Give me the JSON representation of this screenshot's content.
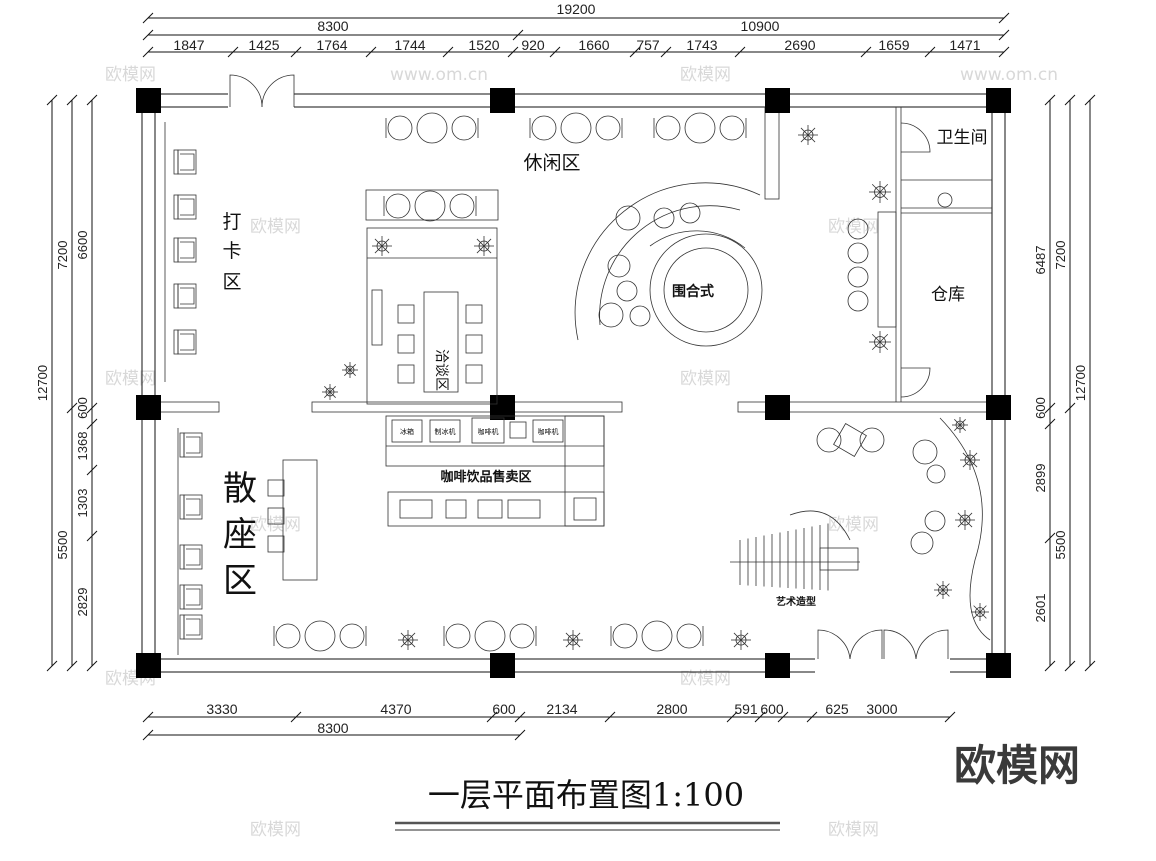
{
  "title": "一层平面布置图1:100",
  "brand_watermark": "欧模网",
  "watermarks": [
    "欧模网",
    "www.om.cn"
  ],
  "dimensions": {
    "top_total": "19200",
    "top_left": "8300",
    "top_right": "10900",
    "top_segments": [
      "1847",
      "1425",
      "1764",
      "1744",
      "1520",
      "920",
      "1660",
      "757",
      "1743",
      "2690",
      "1659",
      "1471"
    ],
    "bottom_segments": [
      "3330",
      "4370",
      "600",
      "2134",
      "2800",
      "591",
      "600",
      "625",
      "3000"
    ],
    "bottom_left": "8300",
    "left_total": "12700",
    "left_upper_outer": "7200",
    "left_upper_inner": "6600",
    "left_lower_outer": "5500",
    "left_inner_segments": [
      "600",
      "1368",
      "1303",
      "2829"
    ],
    "right_total": "12700",
    "right_upper_outer": "7200",
    "right_upper_inner": "6487",
    "right_lower_outer": "5500",
    "right_inner_segments": [
      "600",
      "2899",
      "2601"
    ]
  },
  "rooms": {
    "checkin": [
      "打",
      "卡",
      "区"
    ],
    "leisure": "休闲区",
    "negotiation": "洽谈区",
    "circular": "围合式",
    "restroom": "卫生间",
    "storage": "仓库",
    "lounge": [
      "散",
      "座",
      "区"
    ],
    "coffee": "咖啡饮品售卖区",
    "art": "艺术造型"
  },
  "equipment_labels": [
    "冰箱",
    "制冰机",
    "咖啡机",
    "咖啡机"
  ]
}
